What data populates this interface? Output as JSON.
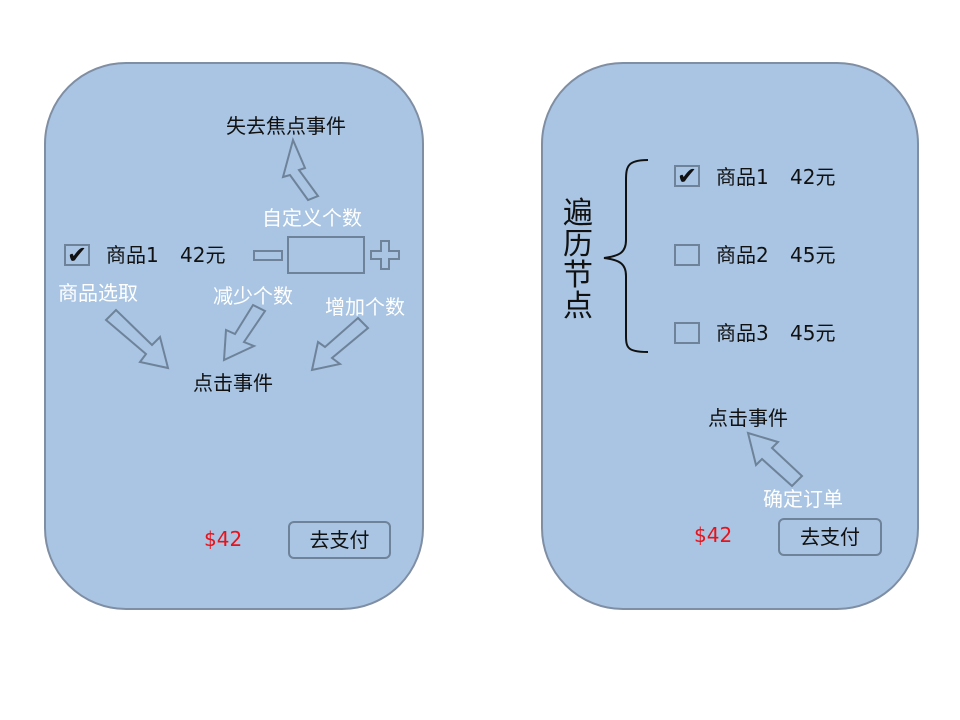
{
  "left": {
    "blur_event": "失去焦点事件",
    "custom_quantity": "自定义个数",
    "item": {
      "name": "商品1",
      "price": "42元",
      "checked": true
    },
    "select_item": "商品选取",
    "decrease": "减少个数",
    "increase": "增加个数",
    "click_event": "点击事件",
    "total": "$42",
    "pay_button": "去支付"
  },
  "right": {
    "header_chars": [
      "遍",
      "历",
      "节",
      "点"
    ],
    "items": [
      {
        "name": "商品1",
        "price": "42元",
        "checked": true
      },
      {
        "name": "商品2",
        "price": "45元",
        "checked": false
      },
      {
        "name": "商品3",
        "price": "45元",
        "checked": false
      }
    ],
    "click_event": "点击事件",
    "confirm_order": "确定订单",
    "total": "$42",
    "pay_button": "去支付"
  },
  "colors": {
    "panel_fill": "#a9c5e3",
    "panel_border": "#7f8ea3",
    "price_red": "#e8131a",
    "annotation_white": "#ffffff"
  }
}
